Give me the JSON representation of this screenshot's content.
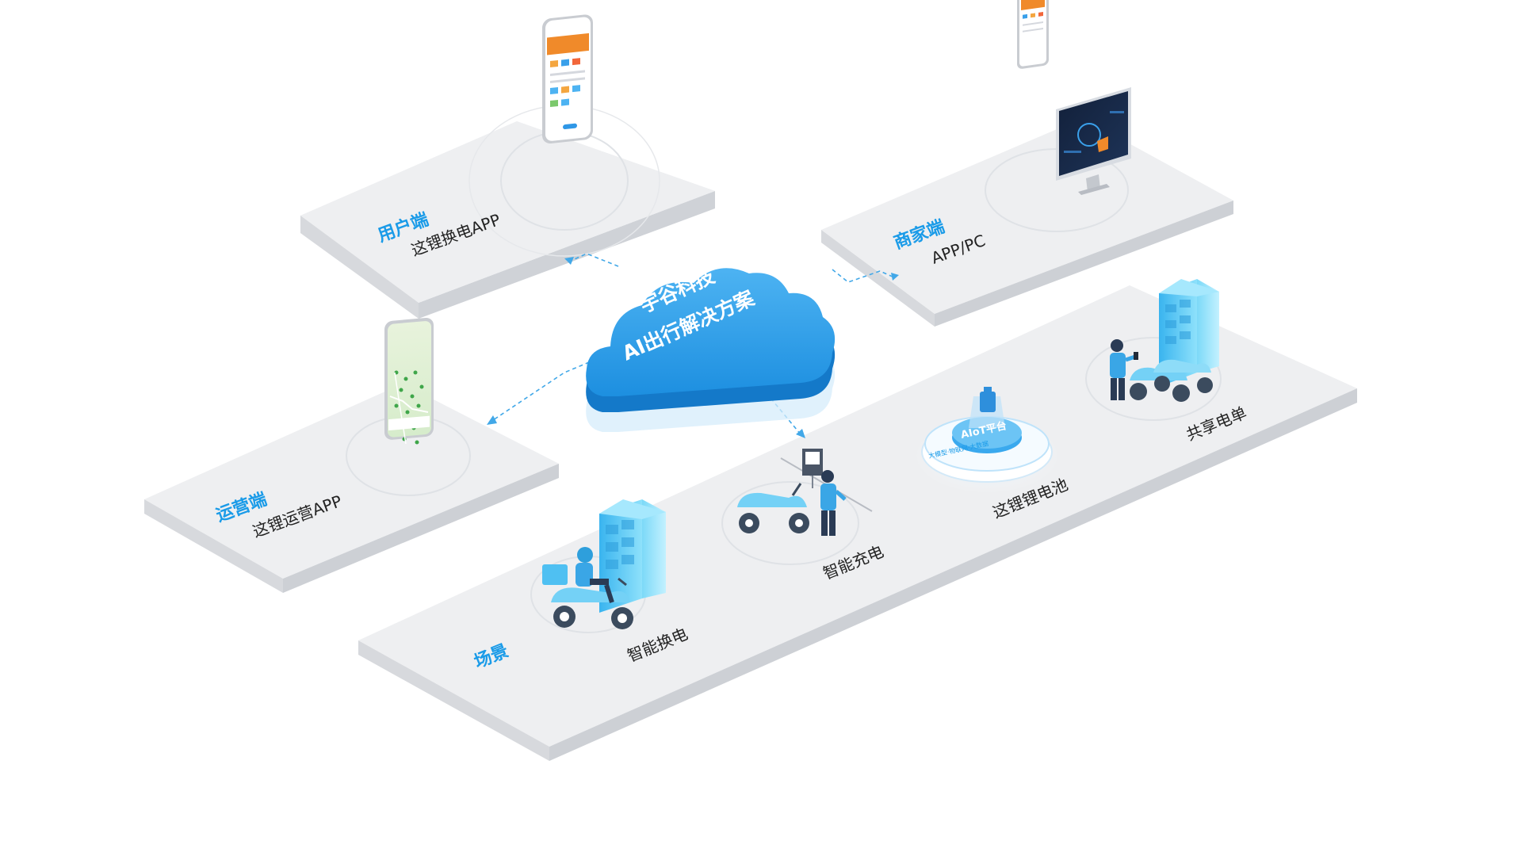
{
  "cloud": {
    "line1": "宇谷科技",
    "line2": "AI出行解决方案"
  },
  "platforms": {
    "user": {
      "title": "用户端",
      "subtitle": "这锂换电APP"
    },
    "merchant": {
      "title": "商家端",
      "subtitle": "APP/PC"
    },
    "operator": {
      "title": "运营端",
      "subtitle": "这锂运营APP"
    },
    "scene": {
      "title": "场景"
    }
  },
  "scenes": {
    "swap": "智能换电",
    "charge": "智能充电",
    "battery": "这锂锂电池",
    "share": "共享电单"
  },
  "aiot": {
    "label": "AIoT平台",
    "tagline": "大模型·物联网·大数据"
  },
  "colors": {
    "accent": "#1a9be8",
    "cloud_top": "#3aa9ee",
    "cloud_side": "#1479c9",
    "platform_top": "#eeeff1",
    "platform_side": "#d7d9dd",
    "dash": "#42a8e8"
  }
}
